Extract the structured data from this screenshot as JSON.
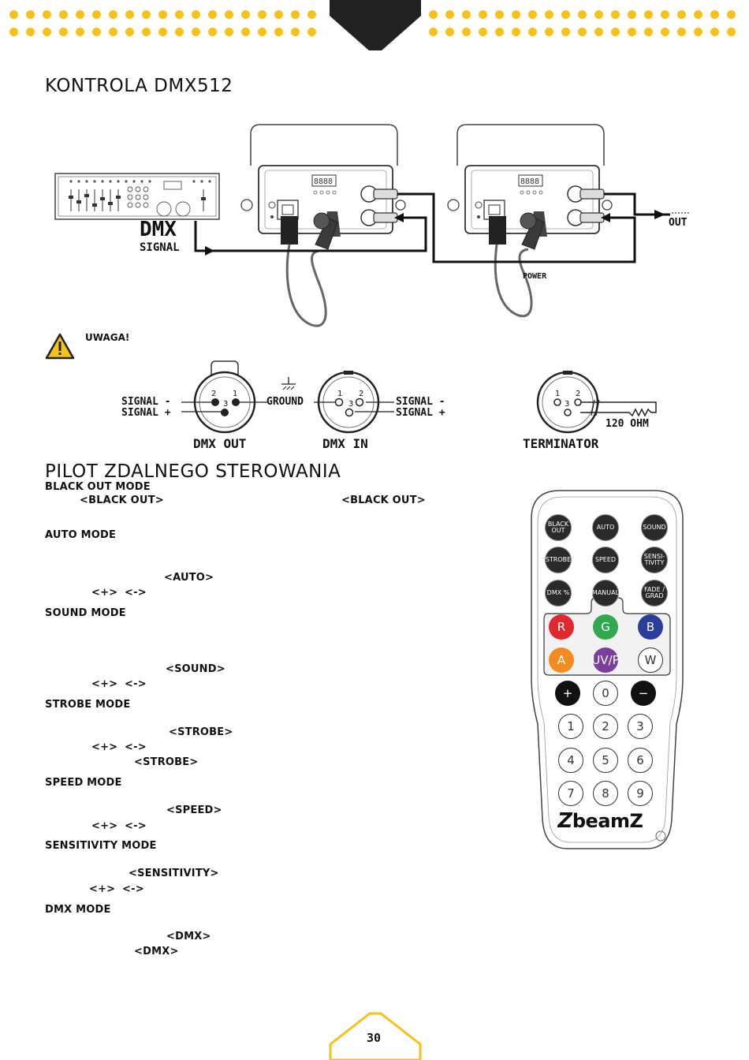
{
  "page": {
    "number": "30",
    "accent_color": "#f6c21a"
  },
  "section1": {
    "title": "KONTROLA DMX512"
  },
  "diagram": {
    "dmx_big": "DMX",
    "dmx_signal": "SIGNAL",
    "out_label": "OUT",
    "power_label": "POWER"
  },
  "warning": {
    "label": "UWAGA!"
  },
  "connectors": {
    "dmx_out": {
      "signal_minus": "SIGNAL -",
      "signal_plus": "SIGNAL +",
      "pin1": "1",
      "pin2": "2",
      "pin3": "3",
      "label": "DMX OUT"
    },
    "ground": "GROUND",
    "dmx_in": {
      "signal_minus": "SIGNAL -",
      "signal_plus": "SIGNAL +",
      "pin1": "1",
      "pin2": "2",
      "pin3": "3",
      "label": "DMX IN"
    },
    "terminator": {
      "pin1": "1",
      "pin2": "2",
      "pin3": "3",
      "resistor": "120 OHM",
      "label": "TERMINATOR"
    }
  },
  "section2": {
    "title": "PILOT ZDALNEGO STEROWANIA"
  },
  "modes": {
    "black_out": {
      "title": "BLACK OUT MODE",
      "tag1": "<BLACK OUT>",
      "tag2": "<BLACK OUT>"
    },
    "auto": {
      "title": "AUTO MODE",
      "tag": "<AUTO>",
      "plus": "<+>",
      "minus": "<->"
    },
    "sound": {
      "title": "SOUND MODE",
      "tag": "<SOUND>",
      "plus": "<+>",
      "minus": "<->"
    },
    "strobe": {
      "title": "STROBE MODE",
      "tag": "<STROBE>",
      "plus": "<+>",
      "minus": "<->",
      "tag2": "<STROBE>"
    },
    "speed": {
      "title": "SPEED MODE",
      "tag": "<SPEED>",
      "plus": "<+>",
      "minus": "<->"
    },
    "sensitivity": {
      "title": "SENSITIVITY MODE",
      "tag": "<SENSITIVITY>",
      "plus": "<+>",
      "minus": "<->"
    },
    "dmx": {
      "title": "DMX MODE",
      "tag": "<DMX>",
      "tag2": "<DMX>"
    }
  },
  "remote": {
    "brand": "beamZ",
    "row1": [
      "BLACK OUT",
      "AUTO",
      "SOUND"
    ],
    "row2": [
      "STROBE",
      "SPEED",
      "SENSI- TIVITY"
    ],
    "row3": [
      "DMX %",
      "MANUAL",
      "FADE / GRAD"
    ],
    "colors": [
      {
        "label": "R",
        "color": "#e0282e"
      },
      {
        "label": "G",
        "color": "#2fa84f"
      },
      {
        "label": "B",
        "color": "#2a3e9a"
      },
      {
        "label": "A",
        "color": "#f28c1e"
      },
      {
        "label": "UV/P",
        "color": "#7a3f9a"
      },
      {
        "label": "W",
        "color": "#ffffff"
      }
    ],
    "plus": "+",
    "zero": "0",
    "minus": "−",
    "digits": [
      "1",
      "2",
      "3",
      "4",
      "5",
      "6",
      "7",
      "8",
      "9"
    ]
  }
}
